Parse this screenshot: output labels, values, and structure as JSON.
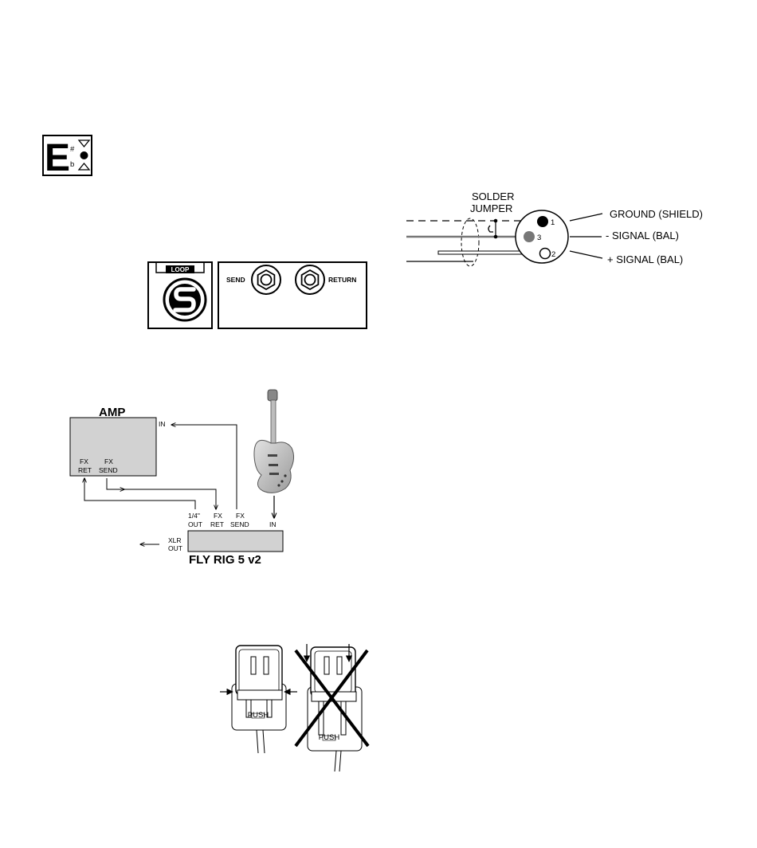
{
  "tuner": {
    "note": "E",
    "sharp": "#",
    "flat": "b"
  },
  "loop_panel": {
    "loop_label": "LOOP",
    "send_label": "SEND",
    "return_label": "RETURN"
  },
  "xlr_wiring": {
    "solder_line1": "SOLDER",
    "solder_line2": "JUMPER",
    "pin1": "1",
    "pin2": "2",
    "pin3": "3",
    "ground_label": "GROUND (SHIELD)",
    "neg_signal_label": "- SIGNAL (BAL)",
    "pos_signal_label": "+ SIGNAL (BAL)"
  },
  "amp_diagram": {
    "amp_title": "AMP",
    "amp_in": "IN",
    "fx_ret_1": "FX",
    "fx_ret_2": "RET",
    "fx_send_1": "FX",
    "fx_send_2": "SEND",
    "out_1": "1/4\"",
    "out_2": "OUT",
    "rig_fx_ret_1": "FX",
    "rig_fx_ret_2": "RET",
    "rig_fx_send_1": "FX",
    "rig_fx_send_2": "SEND",
    "rig_in": "IN",
    "xlr_out_1": "XLR",
    "xlr_out_2": "OUT",
    "rig_name": "FLY RIG 5 v2"
  },
  "power_supply": {
    "push_label": "PUSH"
  }
}
